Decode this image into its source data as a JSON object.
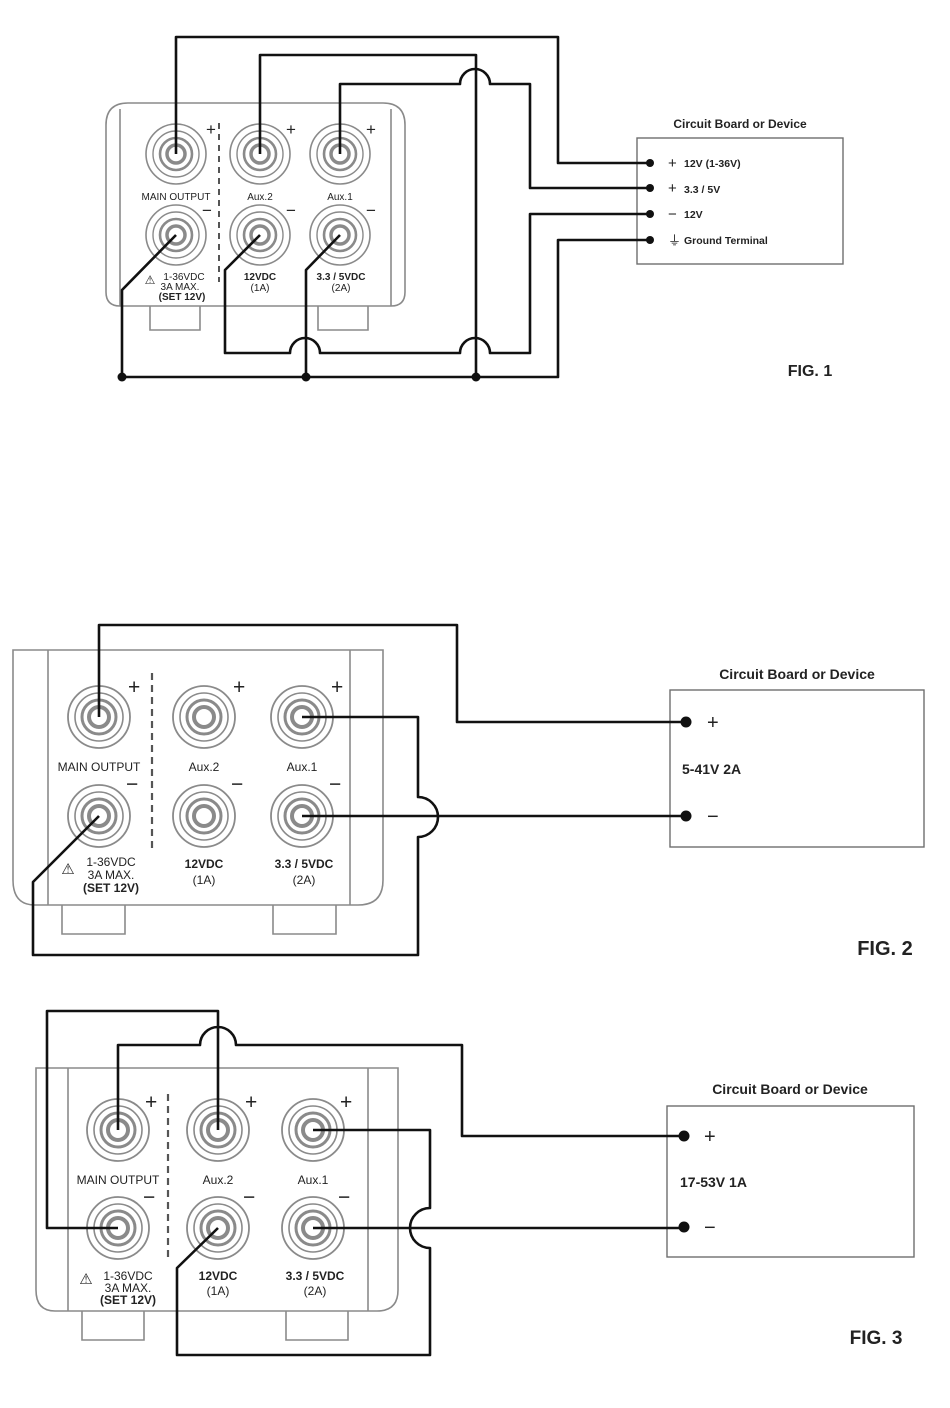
{
  "common": {
    "main_output": "MAIN OUTPUT",
    "aux2": "Aux.2",
    "aux1": "Aux.1",
    "plus": "+",
    "minus": "−",
    "warning_symbol": "⚠",
    "main_spec_line1": "1-36VDC",
    "main_spec_line2": "3A MAX.",
    "main_spec_line3": "(SET 12V)",
    "aux2_spec_line1": "12VDC",
    "aux2_spec_line2": "(1A)",
    "aux1_spec_line1": "3.3 / 5VDC",
    "aux1_spec_line2": "(2A)",
    "device_title": "Circuit Board or Device"
  },
  "fig1": {
    "label": "FIG. 1",
    "terminals": [
      {
        "sign": "+",
        "text": "12V (1-36V)"
      },
      {
        "sign": "+",
        "text": "3.3 / 5V"
      },
      {
        "sign": "−",
        "text": "12V"
      },
      {
        "sign": "⏚",
        "text": "Ground Terminal"
      }
    ]
  },
  "fig2": {
    "label": "FIG. 2",
    "spec": "5-41V  2A"
  },
  "fig3": {
    "label": "FIG. 3",
    "spec": "17-53V  1A"
  }
}
